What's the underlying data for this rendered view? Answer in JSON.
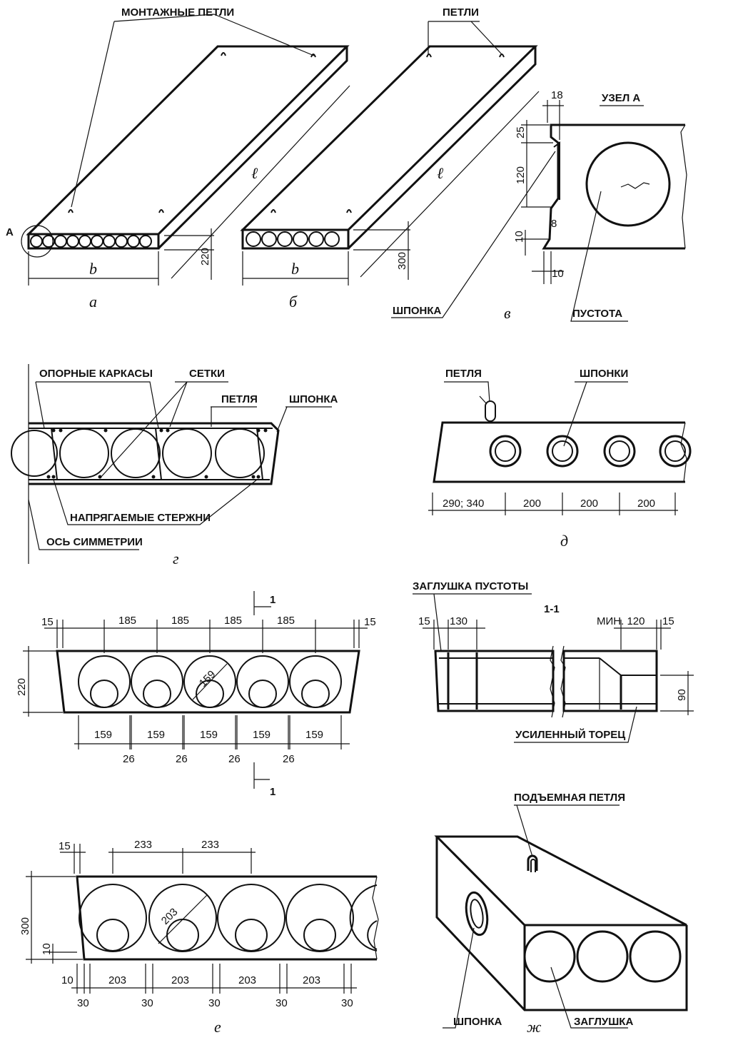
{
  "panel_a": {
    "leader_top": "МОНТАЖНЫЕ ПЕТЛИ",
    "node_mark": "А",
    "dim_width": "b",
    "dim_length": "ℓ",
    "dim_height": "220",
    "caption": "а"
  },
  "panel_b": {
    "leader_top": "ПЕТЛИ",
    "dim_width": "b",
    "dim_length": "ℓ",
    "dim_height": "300",
    "caption": "б"
  },
  "panel_v": {
    "title": "УЗЕЛ А",
    "dims": [
      "18",
      "25",
      "120",
      "8",
      "10",
      "10"
    ],
    "label_key": "ШПОНКА",
    "label_void": "ПУСТОТА",
    "caption": "в"
  },
  "panel_g": {
    "label_frames": "ОПОРНЫЕ КАРКАСЫ",
    "label_mesh": "СЕТКИ",
    "label_loop": "ПЕТЛЯ",
    "label_key": "ШПОНКА",
    "label_bars": "НАПРЯГАЕМЫЕ СТЕРЖНИ",
    "label_axis": "ОСЬ СИММЕТРИИ",
    "caption": "г"
  },
  "panel_d": {
    "label_loop": "ПЕТЛЯ",
    "label_keys": "ШПОНКИ",
    "dims": [
      "290; 340",
      "200",
      "200",
      "200"
    ],
    "caption": "д"
  },
  "panel_220": {
    "section_mark": "1",
    "top_dims": [
      "15",
      "185",
      "185",
      "185",
      "185",
      "15"
    ],
    "height": "220",
    "diameter": "159",
    "bottom_dims": [
      "159",
      "159",
      "159",
      "159",
      "159"
    ],
    "rib_dims": [
      "26",
      "26",
      "26",
      "26"
    ]
  },
  "panel_section": {
    "label_plug": "ЗАГЛУШКА ПУСТОТЫ",
    "title": "1-1",
    "dim_left": [
      "15",
      "130"
    ],
    "dim_right": [
      "МИН. 120",
      "15"
    ],
    "dim_height": "90",
    "label_end": "УСИЛЕННЫЙ ТОРЕЦ"
  },
  "panel_300": {
    "top_dims": [
      "15",
      "233",
      "233"
    ],
    "height": "300",
    "bottom_offset": "10",
    "diameter": "203",
    "bottom_dims": [
      "10",
      "203",
      "203",
      "203",
      "203"
    ],
    "rib_dims": [
      "30",
      "30",
      "30",
      "30",
      "30"
    ],
    "caption": "е"
  },
  "panel_zh": {
    "label_lift": "ПОДЪЕМНАЯ ПЕТЛЯ",
    "label_key": "ШПОНКА",
    "label_plug": "ЗАГЛУШКА",
    "caption": "ж"
  }
}
